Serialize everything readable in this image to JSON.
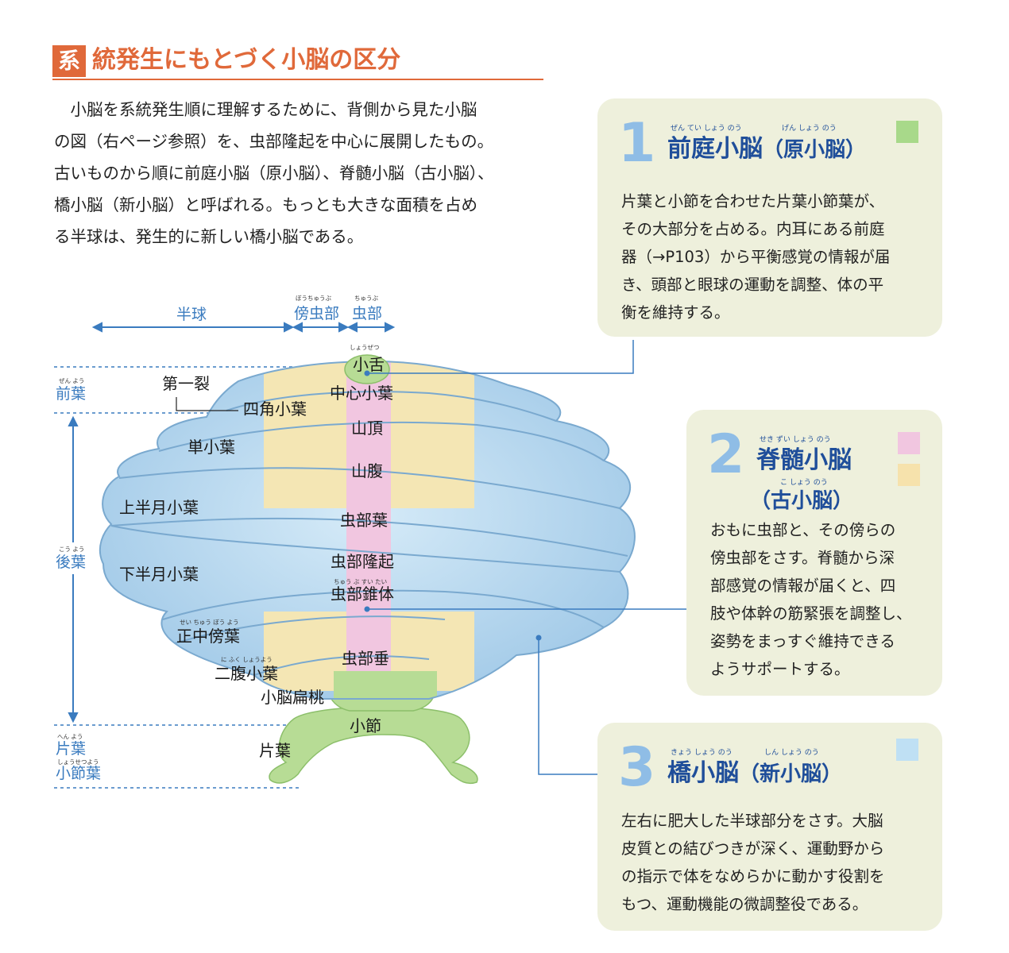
{
  "heading": {
    "badge": "系",
    "title": "統発生にもとづく小脳の区分"
  },
  "intro": {
    "lines": [
      "　小脳を系統発生順に理解するために、背側から見た小脳",
      "の図（右ページ参照）を、虫部隆起を中心に展開したもの。",
      "古いものから順に前庭小脳（原小脳）、脊髄小脳（古小脳）、",
      "橋小脳（新小脳）と呼ばれる。もっとも大きな面積を占め",
      "る半球は、発生的に新しい橋小脳である。"
    ]
  },
  "cards": [
    {
      "number": "1",
      "title": "前庭小脳",
      "title_paren": "（原小脳）",
      "title_ruby": "ぜん てい しょう のう",
      "paren_ruby": "げん しょう のう",
      "swatches": [
        "#a8d98a"
      ],
      "lines": [
        "片葉と小節を合わせた片葉小節葉が、",
        "その大部分を占める。内耳にある前庭",
        "器（→P103）から平衡感覚の情報が届",
        "き、頭部と眼球の運動を調整、体の平",
        "衡を維持する。"
      ]
    },
    {
      "number": "2",
      "title": "脊髄小脳",
      "title_paren": "（古小脳）",
      "title_ruby": "せき ずい しょう のう",
      "paren_ruby": "こ しょう のう",
      "swatches": [
        "#f1c6e0",
        "#f6e2ac"
      ],
      "lines": [
        "おもに虫部と、その傍らの",
        "傍虫部をさす。脊髄から深",
        "部感覚の情報が届くと、四",
        "肢や体幹の筋緊張を調整し、",
        "姿勢をまっすぐ維持できる",
        "ようサポートする。"
      ]
    },
    {
      "number": "3",
      "title": "橋小脳",
      "title_paren": "（新小脳）",
      "title_ruby": "きょう しょう のう",
      "paren_ruby": "しん しょう のう",
      "swatches": [
        "#bfe0f4"
      ],
      "lines": [
        "左右に肥大した半球部分をさす。大脳",
        "皮質との結びつきが深く、運動野から",
        "の指示で体をなめらかに動かす役割を",
        "もつ、運動機能の微調整役である。"
      ]
    }
  ],
  "diagram": {
    "top_labels": {
      "hemisphere": "半球",
      "paravermis": "傍虫部",
      "vermis": "虫部"
    },
    "top_rubies": {
      "paravermis": "ぼうちゅうぶ",
      "vermis": "ちゅうぶ"
    },
    "side_labels": {
      "anterior": "前葉",
      "posterior": "後葉",
      "flocculus": "片葉",
      "nodulus_lobe": "小節葉",
      "anterior_ruby": "ぜん よう",
      "posterior_ruby": "こう よう",
      "flocculus_ruby": "へん よう",
      "nodulus_lobe_ruby": "しょうせつよう"
    },
    "structure_labels": {
      "lingula": "小舌",
      "lingula_ruby": "しょうぜつ",
      "central_lobule": "中心小葉",
      "primary_fissure": "第一裂",
      "quadrangular": "四角小葉",
      "culmen": "山頂",
      "simple_lobule": "単小葉",
      "declive": "山腹",
      "superior_semilunar": "上半月小葉",
      "folium": "虫部葉",
      "inferior_semilunar": "下半月小葉",
      "tuber": "虫部隆起",
      "pyramis": "虫部錐体",
      "pyramis_ruby": "ちゅう ぶ すい たい",
      "paramedian": "正中傍葉",
      "paramedian_ruby": "せい ちゅう ぼう よう",
      "uvula": "虫部垂",
      "biventer": "二腹小葉",
      "biventer_ruby": "に ふく しょうよう",
      "tonsil": "小脳扁桃",
      "nodulus": "小節",
      "flocculus": "片葉"
    }
  },
  "colors": {
    "accent": "#e0693a",
    "title_blue": "#1f4e9a",
    "number_blue": "#8fbde6",
    "card_bg": "#eef0dc",
    "guide_blue": "#3a7bbf"
  }
}
